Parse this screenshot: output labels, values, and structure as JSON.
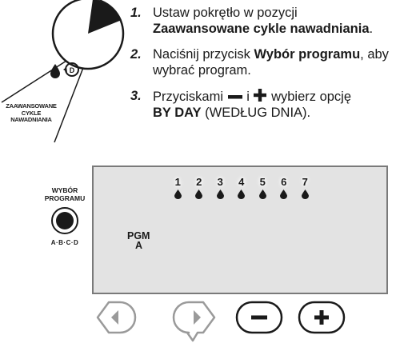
{
  "dial": {
    "label_lines": [
      "ZAAWANSOWANE",
      "CYKLE",
      "NAWADNIANIA"
    ],
    "drop_icon": "water-drop-icon",
    "cycle_icon": "cycle-arrow-icon"
  },
  "steps": [
    {
      "number": "1.",
      "text_1": "Ustaw pokrętło w pozycji",
      "bold": "Zaawansowane cykle nawadniania",
      "text_2": "."
    },
    {
      "number": "2.",
      "text_1": "Naciśnij przycisk",
      "bold": "Wybór programu",
      "text_2": ", aby wybrać program."
    },
    {
      "number": "3.",
      "text_1": "Przyciskami",
      "minus_icon": "minus-icon",
      "text_mid": "i",
      "plus_icon": "plus-icon",
      "text_2": "wybierz opcję",
      "bold": "BY DAY",
      "text_3": "(WEDŁUG DNIA)."
    }
  ],
  "program_button": {
    "caption_line1": "WYBÓR",
    "caption_line2": "PROGRAMU",
    "sub": "A·B·C·D"
  },
  "display": {
    "days": [
      "1",
      "2",
      "3",
      "4",
      "5",
      "6",
      "7"
    ],
    "pgm_label": "PGM",
    "pgm_value": "A"
  },
  "nav": {
    "back": "chevron-left-icon",
    "next": "chevron-right-icon",
    "minus": "minus-icon",
    "plus": "plus-icon"
  },
  "colors": {
    "ink": "#1a1a1a",
    "lcd_bg": "#e3e3e3",
    "lcd_border": "#7a7a7a",
    "nav_disabled": "#9a9a9a"
  }
}
